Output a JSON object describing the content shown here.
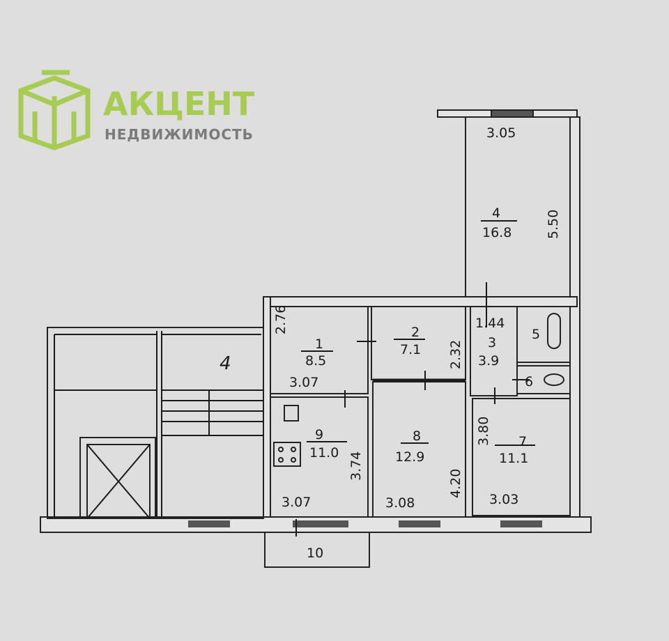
{
  "logo": {
    "name": "АКЦЕНТ",
    "tagline": "НЕДВИЖИМОСТЬ",
    "accent_color": "#a6cc52"
  },
  "apartment_mark": "4",
  "rooms": [
    {
      "number": "1",
      "area": "8.5"
    },
    {
      "number": "2",
      "area": "7.1"
    },
    {
      "number": "3",
      "area": "3.9"
    },
    {
      "number": "4",
      "area": "16.8"
    },
    {
      "number": "5"
    },
    {
      "number": "6"
    },
    {
      "number": "7",
      "area": "11.1"
    },
    {
      "number": "8",
      "area": "12.9"
    },
    {
      "number": "9",
      "area": "11.0"
    },
    {
      "number": "10"
    }
  ],
  "dimensions": {
    "r4_width": "3.05",
    "r4_length": "5.50",
    "r1_height": "2.76",
    "r1_width": "3.07",
    "r2_height": "2.32",
    "r3_width": "1.44",
    "r9_height": "3.74",
    "r9_width": "3.07",
    "r8_height": "4.20",
    "r8_width": "3.08",
    "r7_height": "3.80",
    "r7_width": "3.03"
  }
}
